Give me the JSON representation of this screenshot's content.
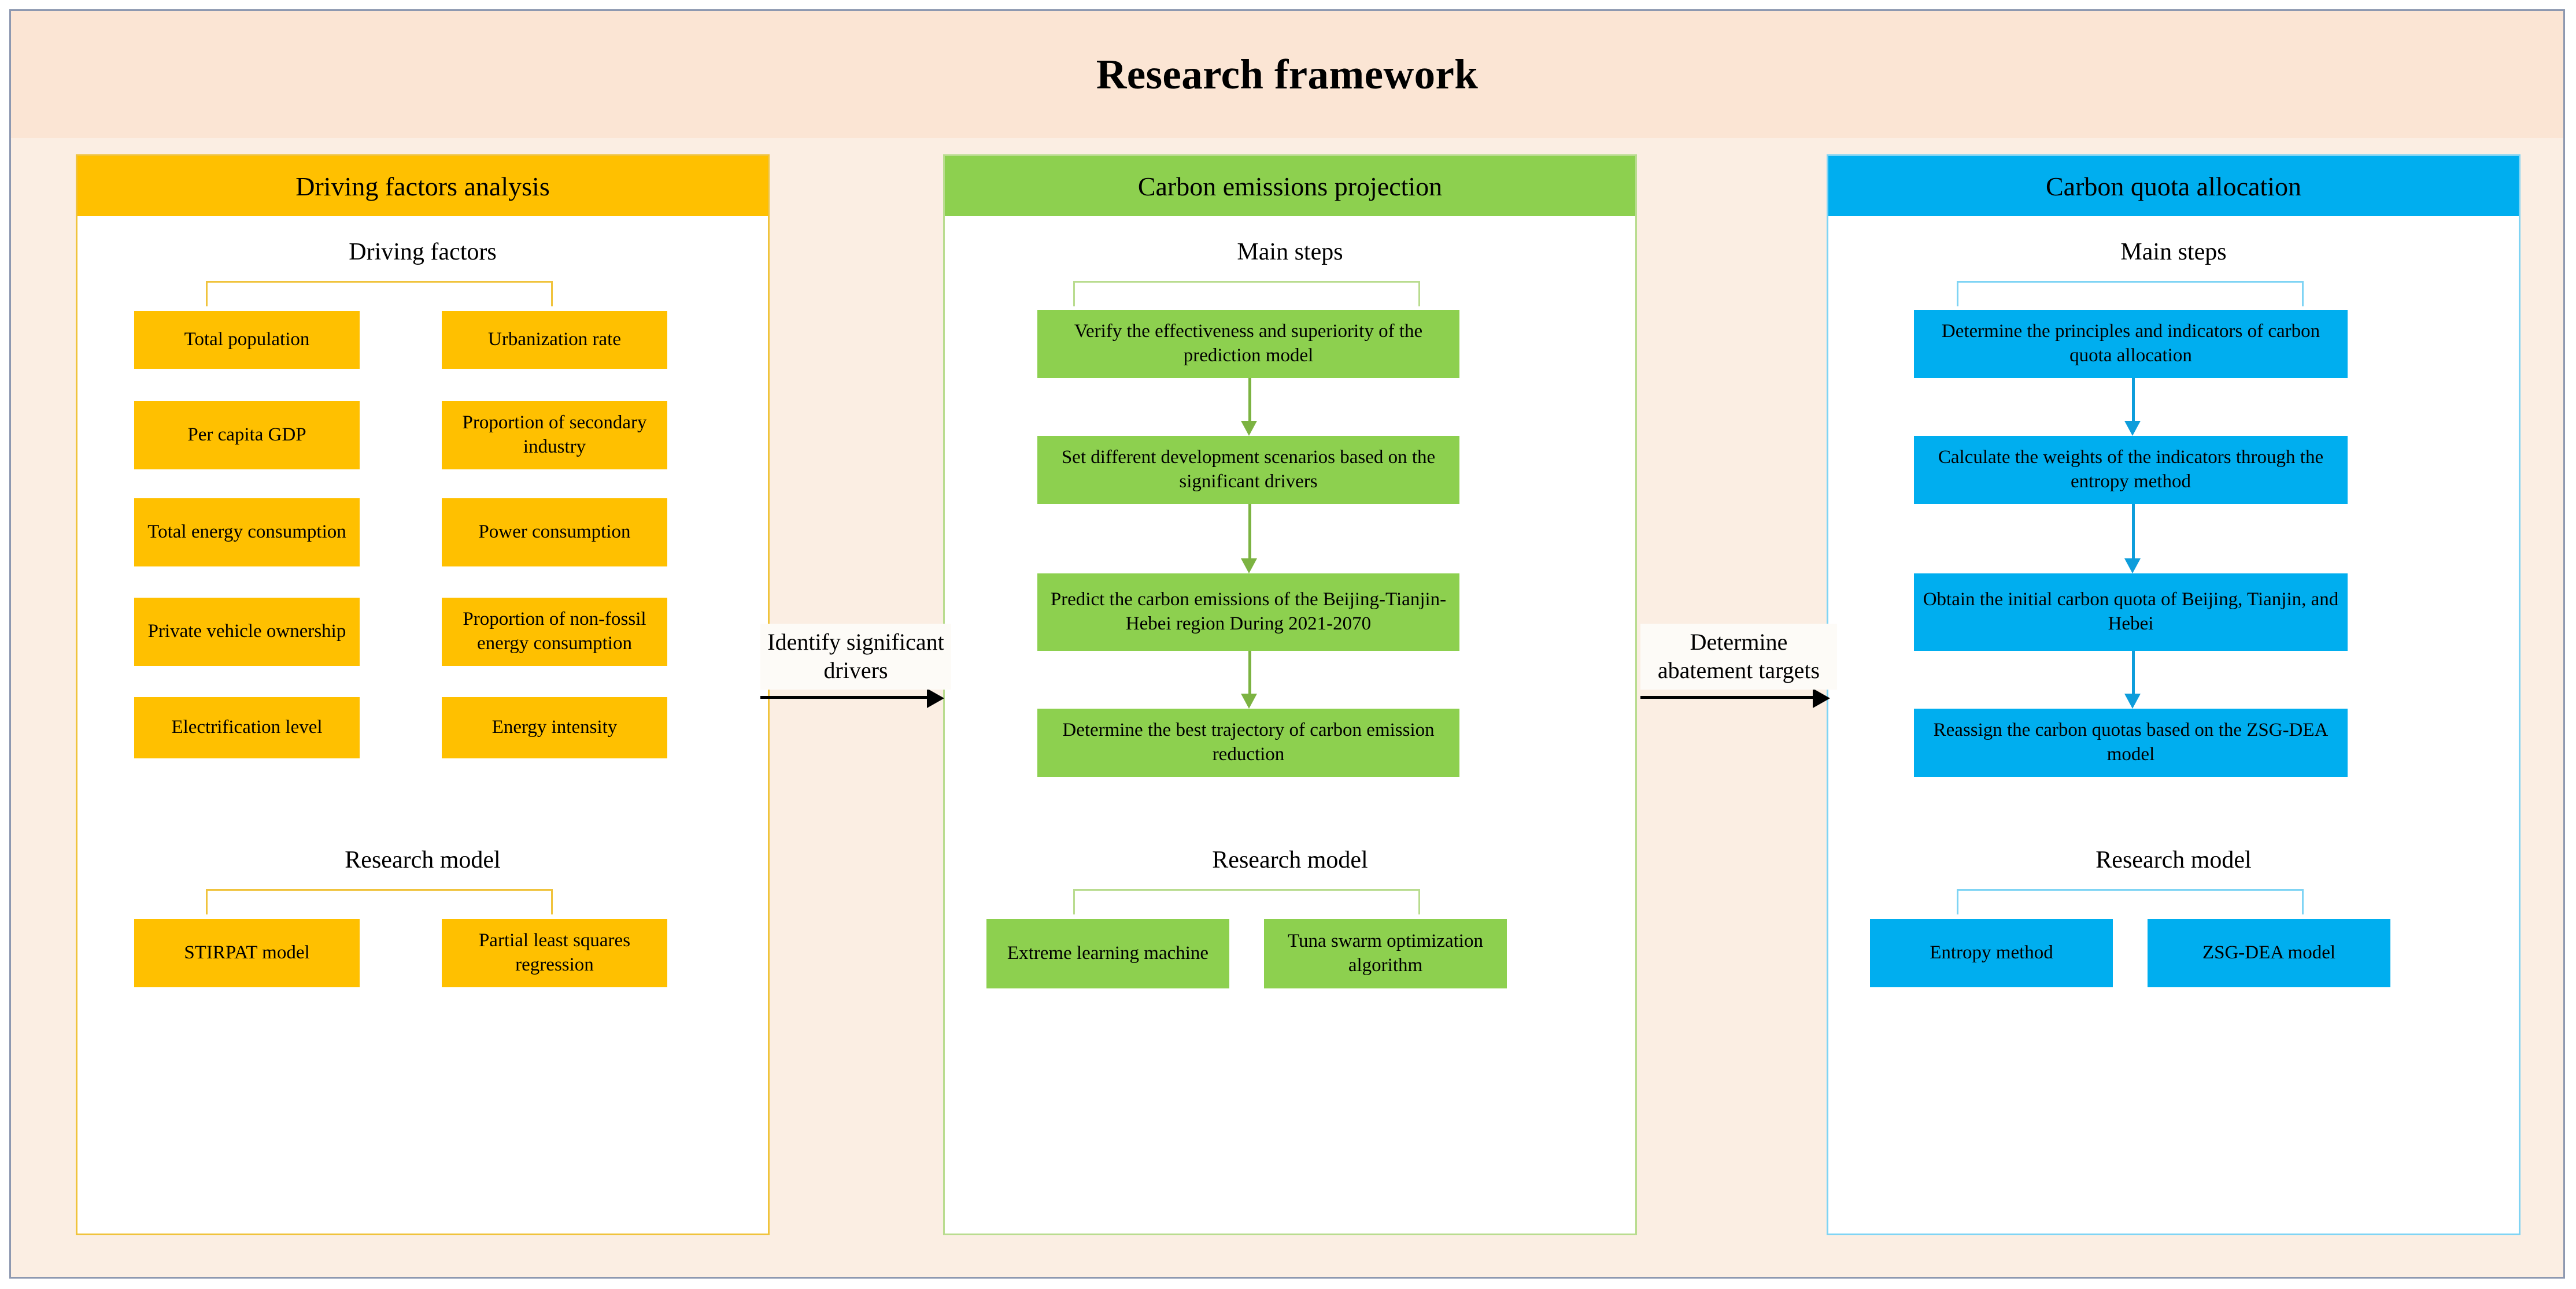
{
  "banner": {
    "title": "Research framework"
  },
  "columns": [
    {
      "id": "driving-factors-analysis",
      "header": "Driving factors analysis",
      "accent": "#FFC000",
      "border": "#F0C33C",
      "sections": [
        {
          "caption": "Driving factors",
          "items": [
            "Total population",
            "Urbanization rate",
            "Per capita GDP",
            "Proportion of secondary industry",
            "Total energy consumption",
            "Power consumption",
            "Private vehicle ownership",
            "Proportion of non-fossil energy consumption",
            "Electrification level",
            "Energy intensity"
          ]
        },
        {
          "caption": "Research model",
          "items": [
            "STIRPAT model",
            "Partial least squares regression"
          ]
        }
      ]
    },
    {
      "id": "carbon-emissions-projection",
      "header": "Carbon emissions projection",
      "accent": "#8DD04F",
      "border": "#B9DC8F",
      "sections": [
        {
          "caption": "Main steps",
          "items": [
            "Verify the effectiveness and superiority of the prediction model",
            "Set different development scenarios based on the significant drivers",
            "Predict the carbon emissions of the Beijing-Tianjin-Hebei region During 2021-2070",
            "Determine the best trajectory of carbon emission reduction"
          ]
        },
        {
          "caption": "Research model",
          "items": [
            "Extreme learning machine",
            "Tuna swarm optimization algorithm"
          ]
        }
      ]
    },
    {
      "id": "carbon-quota-allocation",
      "header": "Carbon quota allocation",
      "accent": "#00AEEF",
      "border": "#7FD4F4",
      "sections": [
        {
          "caption": "Main steps",
          "items": [
            "Determine the principles and indicators of carbon quota allocation",
            "Calculate the weights of the indicators through the entropy method",
            "Obtain the initial carbon quota of Beijing, Tianjin, and Hebei",
            "Reassign the carbon quotas based on the ZSG-DEA model"
          ]
        },
        {
          "caption": "Research model",
          "items": [
            "Entropy method",
            "ZSG-DEA model"
          ]
        }
      ]
    }
  ],
  "connectors": [
    {
      "id": "identify-significant-drivers",
      "label": "Identify significant drivers"
    },
    {
      "id": "determine-abatement-targets",
      "label": "Determine abatement targets"
    }
  ]
}
